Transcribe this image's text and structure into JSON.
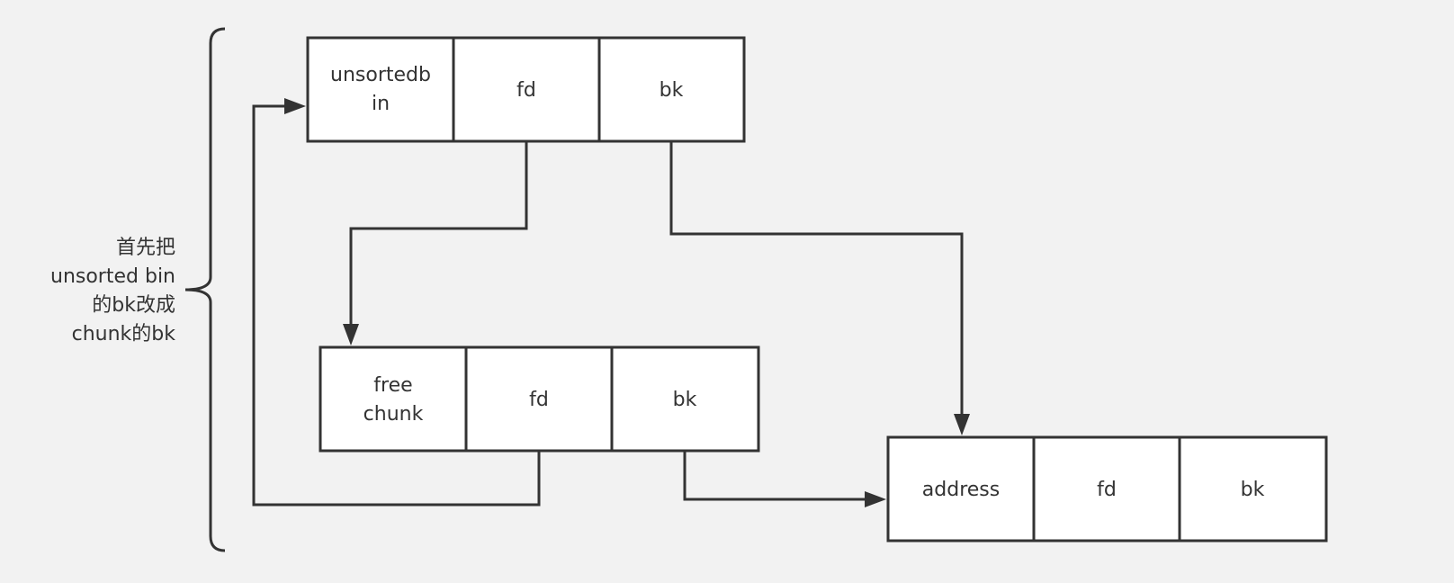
{
  "colors": {
    "background": "#f2f2f2",
    "cell_fill": "#ffffff",
    "stroke": "#333333",
    "text": "#333333"
  },
  "note": {
    "lines": [
      "首先把",
      "unsorted bin",
      "的bk改成",
      "chunk的bk"
    ]
  },
  "structures": {
    "unsorted_bin": {
      "cells": [
        {
          "name": "unsortedbin-label-cell",
          "lines": [
            "unsortedb",
            "in"
          ]
        },
        {
          "name": "unsortedbin-fd-cell",
          "lines": [
            "fd"
          ]
        },
        {
          "name": "unsortedbin-bk-cell",
          "lines": [
            "bk"
          ]
        }
      ]
    },
    "free_chunk": {
      "cells": [
        {
          "name": "freechunk-label-cell",
          "lines": [
            "free",
            "chunk"
          ]
        },
        {
          "name": "freechunk-fd-cell",
          "lines": [
            "fd"
          ]
        },
        {
          "name": "freechunk-bk-cell",
          "lines": [
            "bk"
          ]
        }
      ]
    },
    "address": {
      "cells": [
        {
          "name": "address-label-cell",
          "lines": [
            "address"
          ]
        },
        {
          "name": "address-fd-cell",
          "lines": [
            "fd"
          ]
        },
        {
          "name": "address-bk-cell",
          "lines": [
            "bk"
          ]
        }
      ]
    }
  }
}
